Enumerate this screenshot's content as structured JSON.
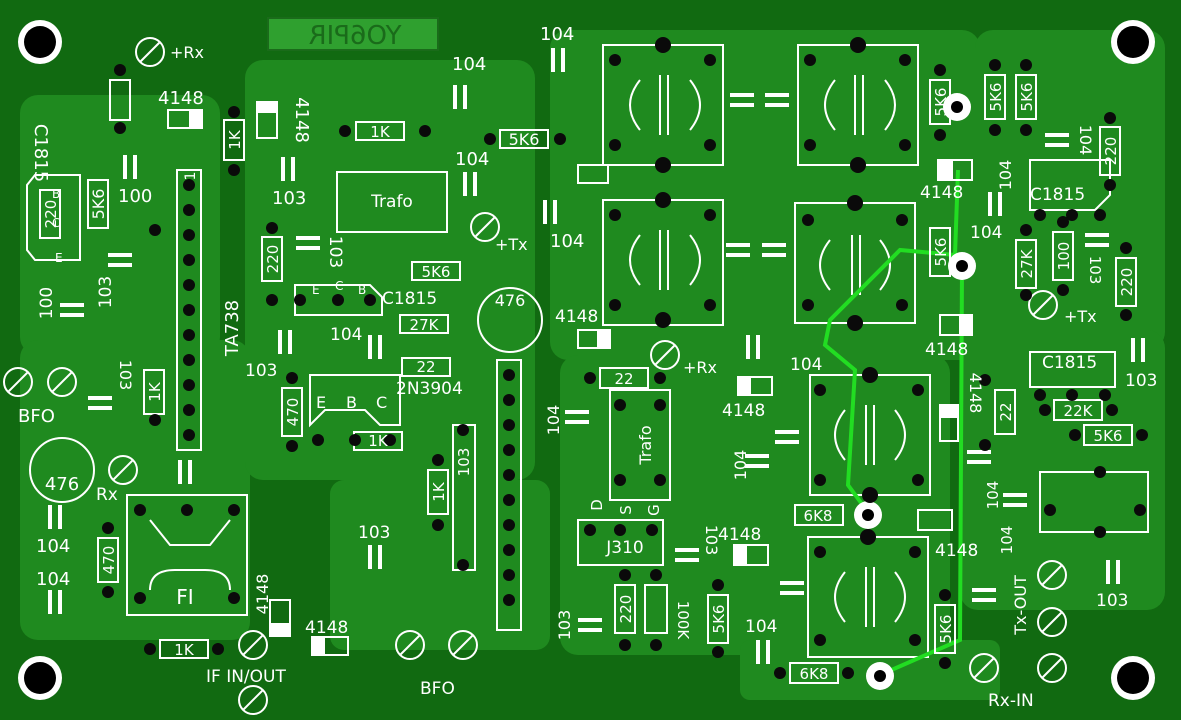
{
  "colors": {
    "board": "#116a11",
    "copper": "#1f8a1f",
    "silk": "#ffffff",
    "pad": "#0a0a0a",
    "jumper": "#22dd22"
  },
  "title_mirrored": "YO6PIR",
  "labels": {
    "plus_rx_top": "+Rx",
    "d4148_a": "4148",
    "d4148_b": "4148",
    "c1815_left": "C1815",
    "r5k6_left": "5K6",
    "r220_left": "220",
    "pin_b": "B",
    "pin_c": "C",
    "pin_e": "E",
    "c100_a": "100",
    "c103_left": "103",
    "c100_b": "100",
    "r1k_vert": "1K",
    "c103_b": "103",
    "r1k_h1": "1K",
    "c104_top": "104",
    "c104_t2": "104",
    "r5k6_mid": "5K6",
    "trafo_top": "Trafo",
    "c104_t3": "104",
    "plus_tx": "+Tx",
    "c104_t4": "104",
    "r220_mid": "220",
    "c103_mid": "103",
    "r5k6_m2": "5K6",
    "c1815_mid": "C1815",
    "pin_e2": "E",
    "pin_c2": "C",
    "pin_b2": "B",
    "r27k_mid": "27K",
    "ta738": "TA738",
    "pin1": "1",
    "c103_m3": "103",
    "c104_m4": "104",
    "r22_mid": "22",
    "t2n3904": "2N3904",
    "pin_e3": "E",
    "pin_b3": "B",
    "pin_c3": "C",
    "r470_mid": "470",
    "r1k_m2": "1K",
    "e476_mid": "476",
    "d4148_c": "4148",
    "plus_rx_mid": "+Rx",
    "r22_m2": "22",
    "c104_m5": "104",
    "trafo_mid": "Trafo",
    "d4148_d": "4148",
    "c104_m6": "104",
    "c104_m7": "104",
    "r1k_m3": "1K",
    "c103_m4": "103",
    "bfo_left": "BFO",
    "c103_l2": "103",
    "r1k_l2": "1K",
    "e476_left": "476",
    "rx_left": "Rx",
    "c104_l3": "104",
    "r470_l2": "470",
    "fi": "FI",
    "c104_l4": "104",
    "d4148_e": "4148",
    "r1k_bot": "1K",
    "d4148_f": "4148",
    "if_in_out": "IF IN/OUT",
    "bfo_bot": "BFO",
    "c103_b2": "103",
    "pin_d": "D",
    "pin_s": "S",
    "pin_g": "G",
    "j310": "J310",
    "c103_b3": "103",
    "d4148_g": "4148",
    "c103_b4": "103",
    "r220_b2": "220",
    "r100k": "100K",
    "r5k6_b3": "5K6",
    "c104_b5": "104",
    "r6k8_a": "6K8",
    "r6k8_b": "6K8",
    "r5k6_b4": "5K6",
    "r5k6_r1": "5K6",
    "r5k6_r2": "5K6",
    "r5k6_r3": "5K6",
    "c104_r1": "104",
    "r220_r1": "220",
    "d4148_h": "4148",
    "c104_r2": "104",
    "c1815_r": "C1815",
    "c104_r3": "104",
    "r5k6_r4": "5K6",
    "r27k_r": "27K",
    "r100_r": "100",
    "c103_r1": "103",
    "r220_r2": "220",
    "plus_tx_r": "+Tx",
    "d4148_i": "4148",
    "c1815_r2": "C1815",
    "c103_r2": "103",
    "d4148_j": "4148",
    "r22_r": "22",
    "r22k_r": "22K",
    "r5k6_r5": "5K6",
    "c104_r4": "104",
    "c104_r5": "104",
    "d4148_k": "4148",
    "tx_out": "Tx-OUT",
    "c103_r3": "103",
    "rx_in": "Rx-IN"
  }
}
